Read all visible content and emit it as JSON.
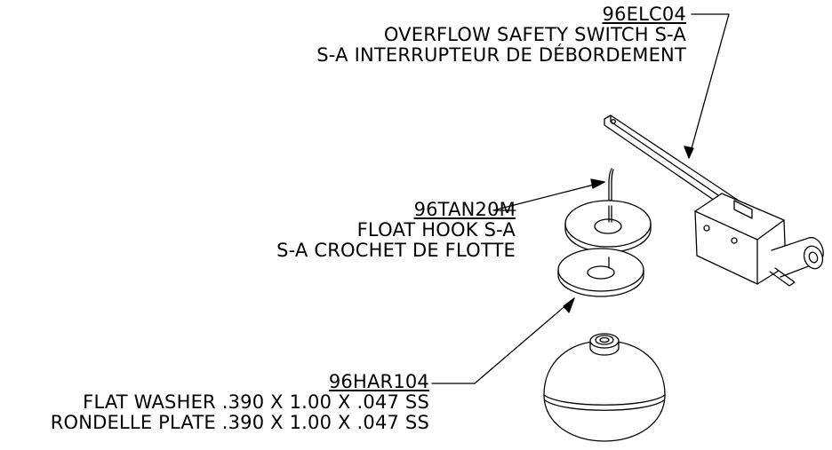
{
  "callouts": [
    {
      "part_number": "96ELC04",
      "line1": "OVERFLOW SAFETY SWITCH S-A",
      "line2": "S-A INTERRUPTEUR DE DÉBORDEMENT"
    },
    {
      "part_number": "96TAN20M",
      "line1": "FLOAT HOOK S-A",
      "line2": "S-A CROCHET DE FLOTTE"
    },
    {
      "part_number": "96HAR104",
      "line1": "FLAT WASHER .390 X 1.00 X .047 SS",
      "line2": "RONDELLE PLATE .390 X 1.00 X .047 SS"
    }
  ],
  "colors": {
    "line": "#000000",
    "background": "#ffffff"
  }
}
